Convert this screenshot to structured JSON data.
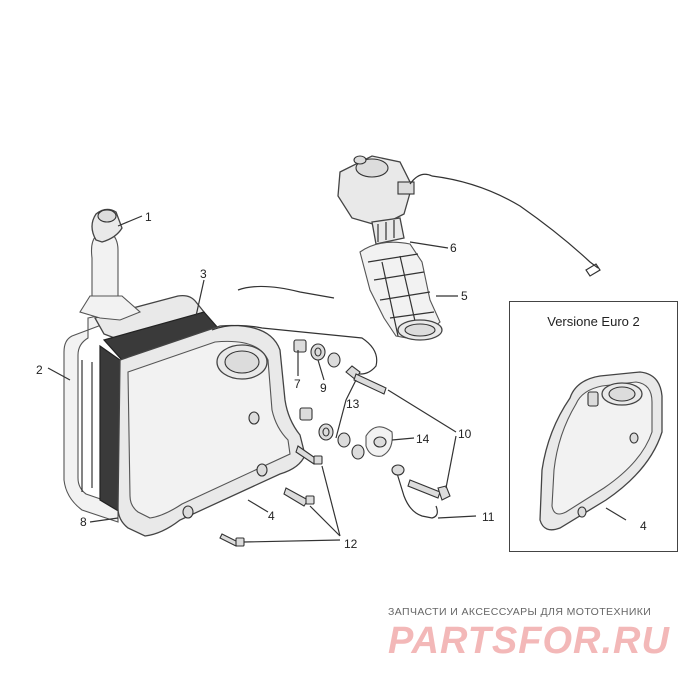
{
  "diagram": {
    "callouts": [
      {
        "id": "1",
        "label": "1"
      },
      {
        "id": "2",
        "label": "2"
      },
      {
        "id": "3",
        "label": "3"
      },
      {
        "id": "4",
        "label": "4"
      },
      {
        "id": "5",
        "label": "5"
      },
      {
        "id": "6",
        "label": "6"
      },
      {
        "id": "7",
        "label": "7"
      },
      {
        "id": "8",
        "label": "8"
      },
      {
        "id": "9",
        "label": "9"
      },
      {
        "id": "10",
        "label": "10"
      },
      {
        "id": "11",
        "label": "11"
      },
      {
        "id": "12",
        "label": "12"
      },
      {
        "id": "13",
        "label": "13"
      },
      {
        "id": "14",
        "label": "14"
      },
      {
        "id": "4b",
        "label": "4"
      }
    ],
    "inset": {
      "title": "Versione Euro 2"
    }
  },
  "watermark": {
    "tagline": "ЗАПЧАСТИ И АКСЕССУАРЫ ДЛЯ МОТОТЕХНИКИ",
    "logo": "PARTSFOR.RU",
    "color": "#f3b8b8"
  }
}
